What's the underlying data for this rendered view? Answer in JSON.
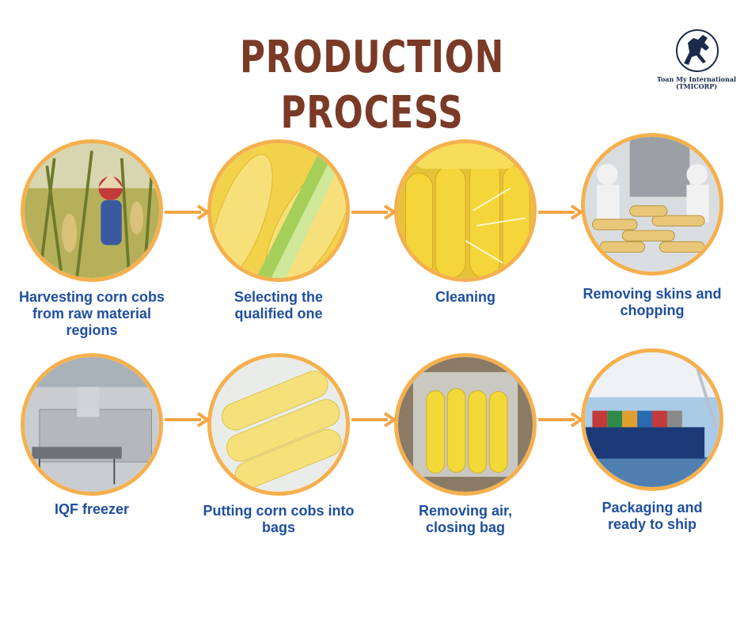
{
  "title": "PRODUCTION PROCESS",
  "logo": {
    "name_line1": "Toan My International",
    "name_line2": "(TMICORP)"
  },
  "steps": [
    {
      "label": "Harvesting corn cobs\nfrom raw material\nregions"
    },
    {
      "label": "Selecting the\nqualified one"
    },
    {
      "label": "Cleaning"
    },
    {
      "label": "Removing skins and\nchopping"
    },
    {
      "label": "IQF freezer"
    },
    {
      "label": "Putting corn cobs into\nbags"
    },
    {
      "label": "Removing air,\nclosing bag"
    },
    {
      "label": "Packaging and\nready to ship"
    }
  ],
  "colors": {
    "title": "#7a3a26",
    "label": "#1f4fa0",
    "ring": "#f5b04e",
    "arrow": "#f5a545"
  }
}
